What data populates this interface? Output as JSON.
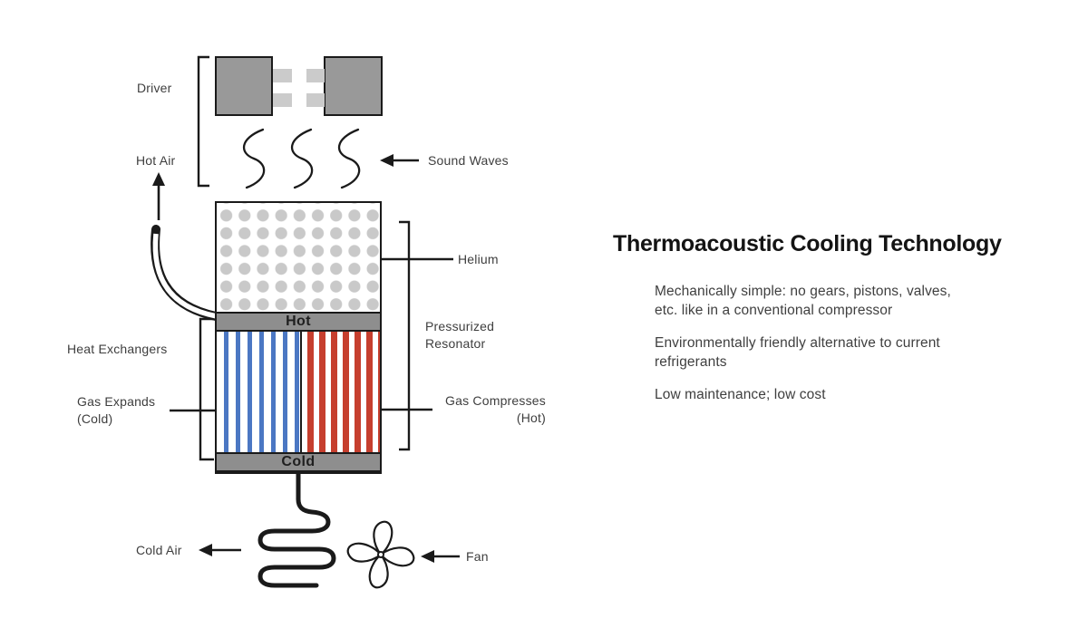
{
  "diagram": {
    "labels": {
      "driver": "Driver",
      "hot_air": "Hot Air",
      "heat_exchangers": "Heat Exchangers",
      "gas_expands": "Gas Expands\n(Cold)",
      "cold_air": "Cold Air",
      "sound_waves": "Sound Waves",
      "helium": "Helium",
      "pressurized_resonator": "Pressurized\nResonator",
      "gas_compresses": "Gas Compresses\n(Hot)",
      "fan": "Fan",
      "hot_bar": "Hot",
      "cold_bar": "Cold"
    },
    "colors": {
      "driver_fill": "#999999",
      "driver_tab_fill": "#cbcbcb",
      "helium_dot_fill": "#c9c9c9",
      "exchanger_bar_fill": "#8e8e8e",
      "cold_stripe_blue": "#4b77c3",
      "hot_stripe_red": "#c63f2e",
      "line_black": "#1a1a1a"
    }
  },
  "info_panel": {
    "title": "Thermoacoustic Cooling Technology",
    "bullets": [
      "Mechanically simple: no gears, pistons, valves,\netc. like in a conventional compressor",
      "Environmentally friendly alternative to current\nrefrigerants",
      "Low maintenance; low cost"
    ]
  }
}
